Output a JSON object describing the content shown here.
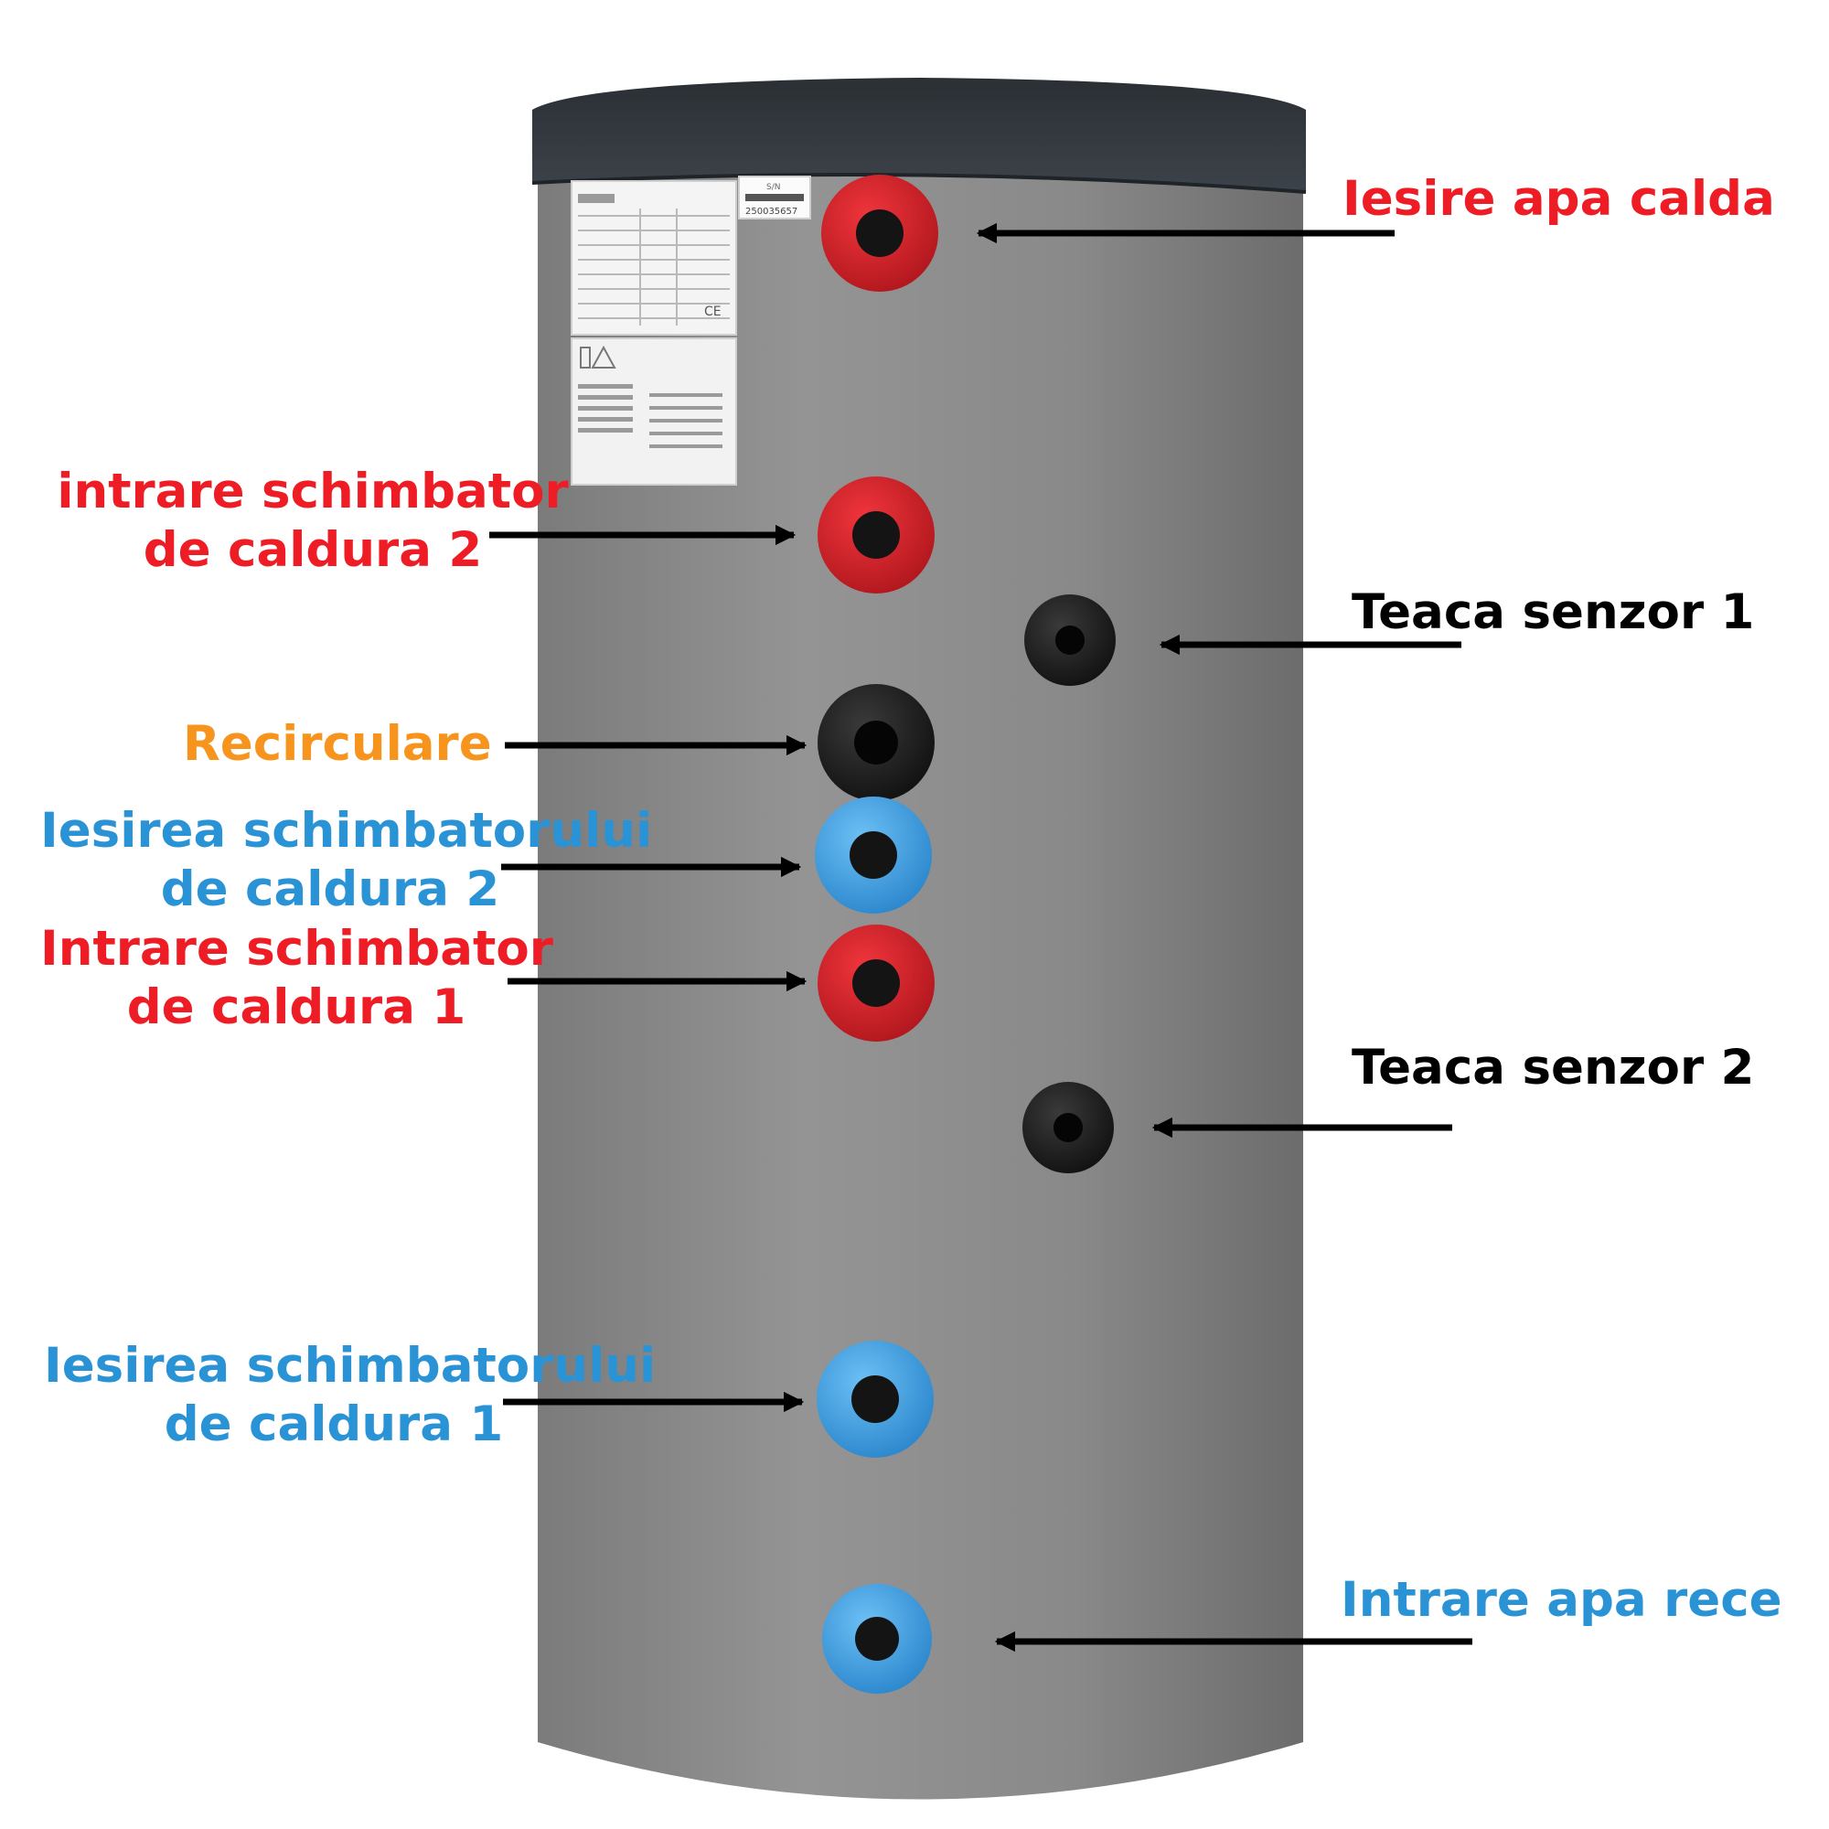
{
  "colors": {
    "red": "#ee1c24",
    "blue": "#2a93d5",
    "orange": "#f7941d",
    "black": "#000000",
    "tank_body": "#8a8989",
    "tank_lid": "#353b41",
    "port_red": "#d4232a",
    "port_blue": "#3ba3e8",
    "port_black": "#202020"
  },
  "labels": {
    "hot_water_out": "Iesire apa calda",
    "hx2_in_line1": "intrare schimbator",
    "hx2_in_line2": "de caldura 2",
    "sensor1": "Teaca senzor 1",
    "recirculation": "Recirculare",
    "hx2_out_line1": "Iesirea schimbatorului",
    "hx2_out_line2": "de caldura 2",
    "hx1_in_line1": "Intrare schimbator",
    "hx1_in_line2": "de caldura 1",
    "sensor2": "Teaca senzor 2",
    "hx1_out_line1": "Iesirea schimbatorului",
    "hx1_out_line2": "de caldura 1",
    "cold_water_in": "Intrare apa rece"
  },
  "serial_label": {
    "title": "S/N",
    "number": "250035657"
  },
  "rating_plate": {
    "ce_mark": "CE"
  }
}
